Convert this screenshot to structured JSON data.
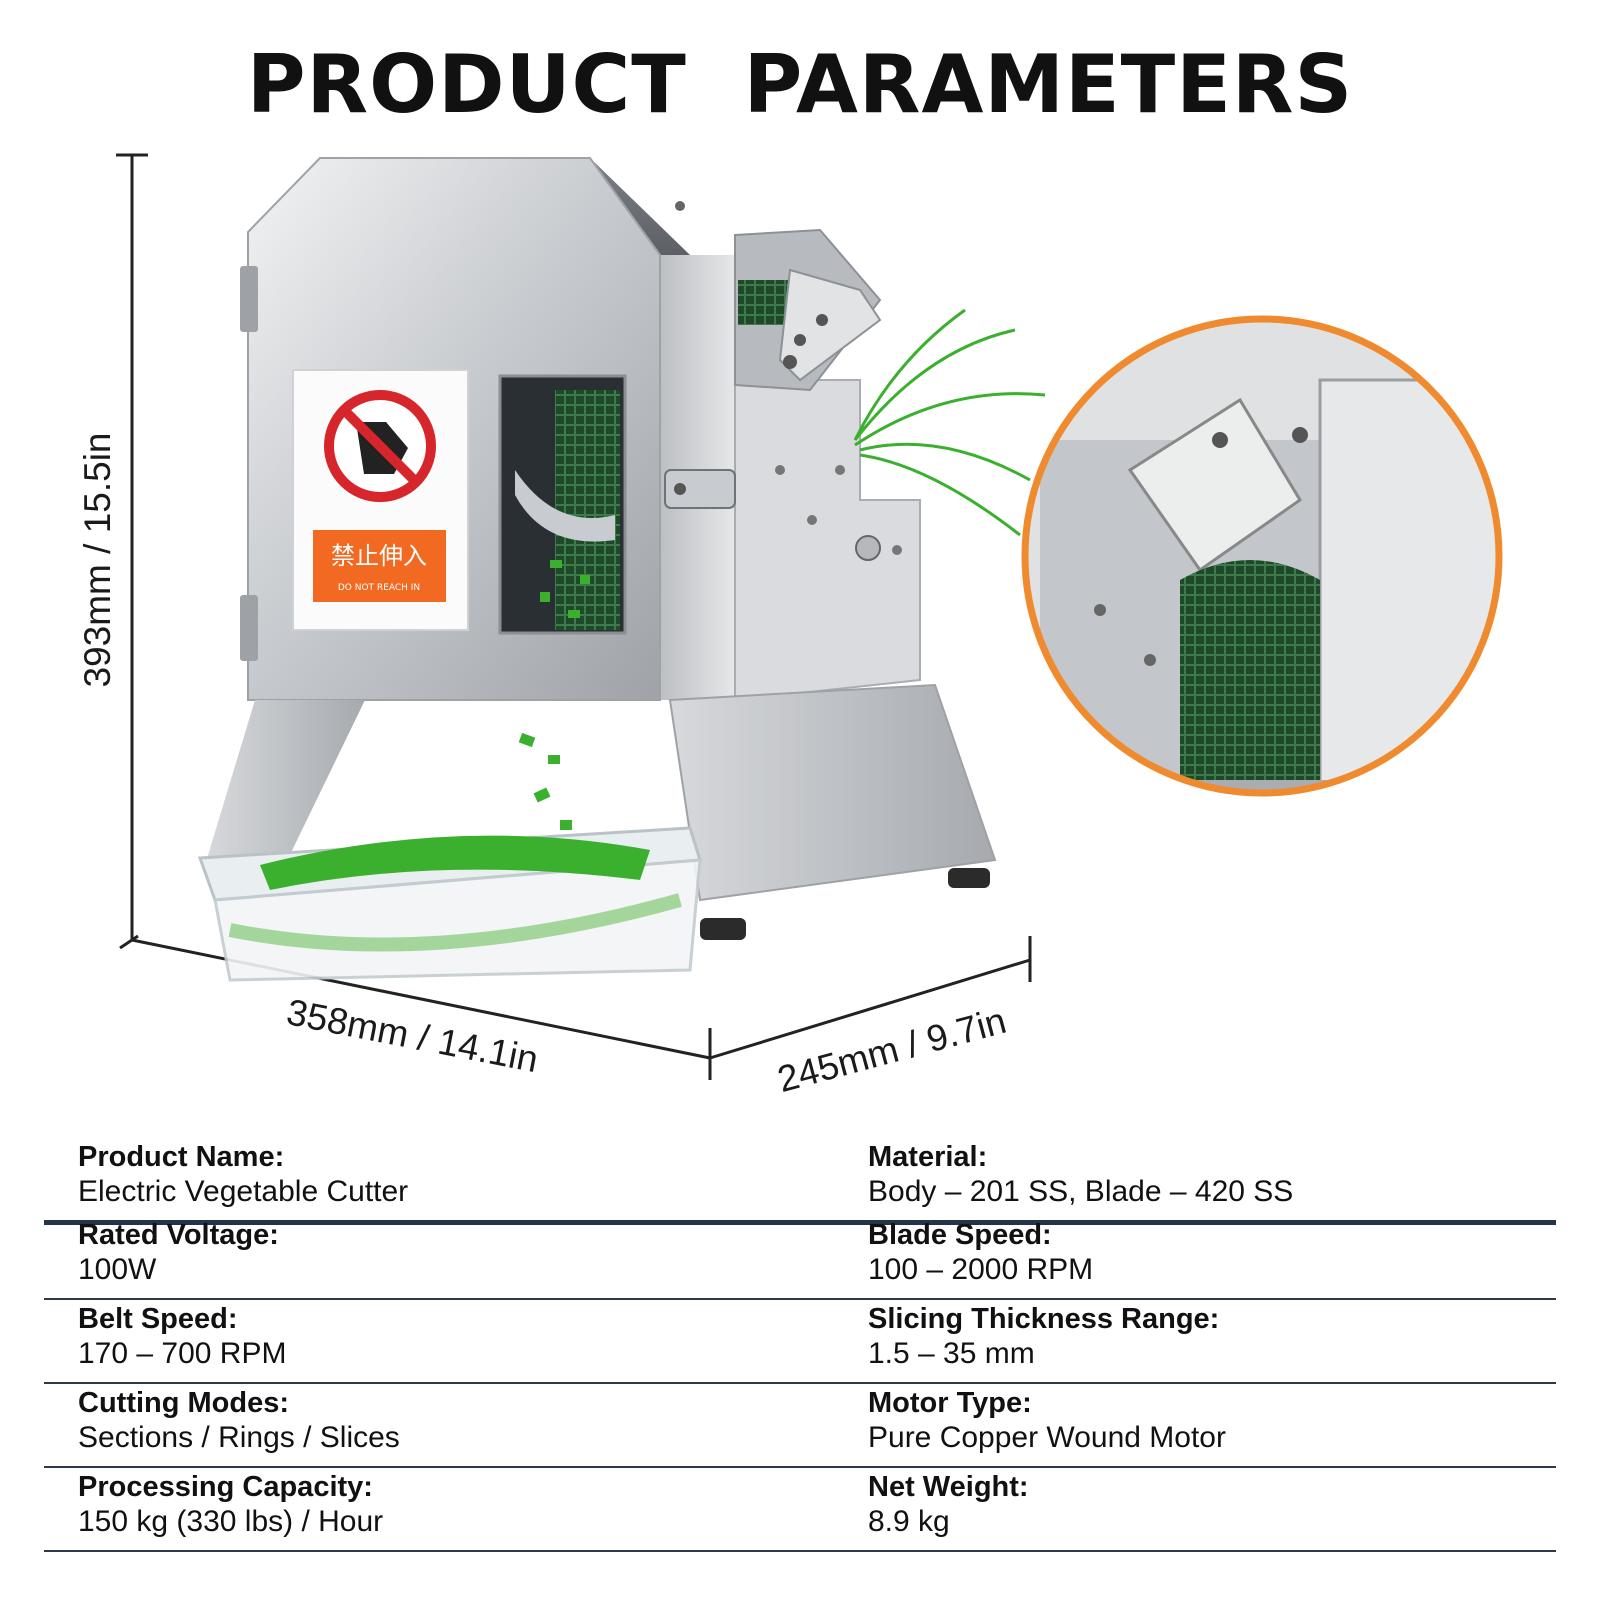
{
  "title": "PRODUCT PARAMETERS",
  "dimensions": {
    "height": "393mm / 15.5in",
    "length": "358mm / 14.1in",
    "width": "245mm / 9.7in"
  },
  "machine_sign": {
    "chinese_text": "禁止伸入",
    "small_text": "DO NOT REACH IN"
  },
  "colors": {
    "accent_orange": "#F08A2E",
    "warning_red": "#D7262B",
    "steel": "#C9CCCF",
    "vegetable_green": "#3BAF2E",
    "divider_navy": "#24324A"
  },
  "specs": [
    {
      "left": {
        "label": "Product Name:",
        "value": "Electric Vegetable Cutter"
      },
      "right": {
        "label": "Material:",
        "value": "Body – 201 SS, Blade – 420 SS"
      }
    },
    {
      "left": {
        "label": "Rated Voltage:",
        "value": "100W"
      },
      "right": {
        "label": "Blade Speed:",
        "value": "100 – 2000 RPM"
      }
    },
    {
      "left": {
        "label": "Belt Speed:",
        "value": "170 – 700 RPM"
      },
      "right": {
        "label": "Slicing Thickness Range:",
        "value": "1.5 – 35 mm"
      }
    },
    {
      "left": {
        "label": "Cutting Modes:",
        "value": "Sections / Rings / Slices"
      },
      "right": {
        "label": "Motor Type:",
        "value": "Pure Copper Wound Motor"
      }
    },
    {
      "left": {
        "label": "Processing Capacity:",
        "value": "150 kg (330 lbs) / Hour"
      },
      "right": {
        "label": "Net Weight:",
        "value": "8.9 kg"
      }
    }
  ]
}
